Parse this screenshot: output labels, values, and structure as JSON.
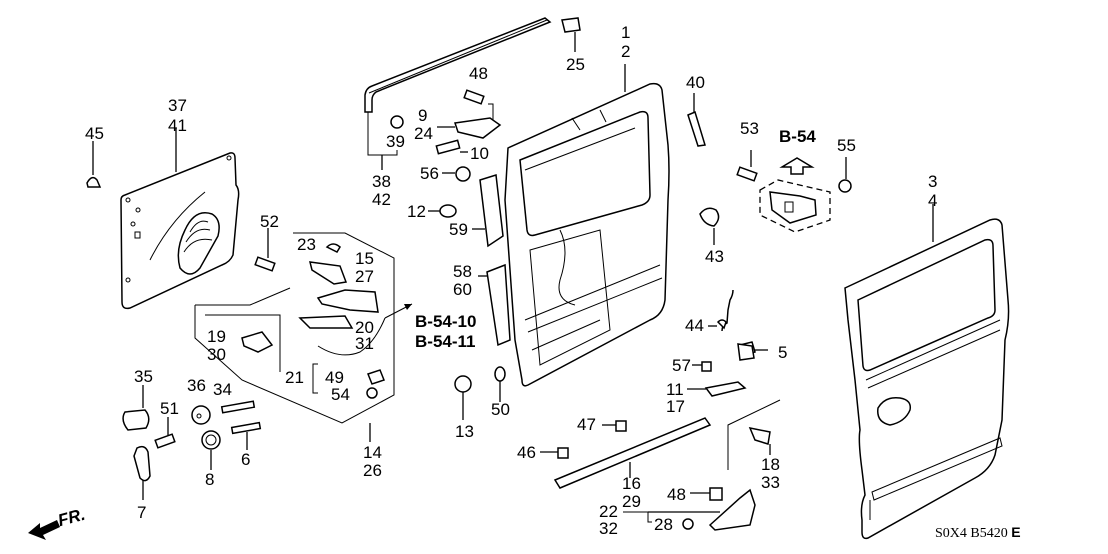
{
  "diagram": {
    "title_code": "S0X4 B5420",
    "title_suffix": "E",
    "front_indicator": "FR.",
    "references": [
      {
        "id": "b54-top",
        "label": "B-54"
      },
      {
        "id": "b5410",
        "label": "B-54-10"
      },
      {
        "id": "b5411",
        "label": "B-54-11"
      }
    ],
    "callouts": {
      "c1": "1",
      "c2": "2",
      "c3": "3",
      "c4": "4",
      "c5": "5",
      "c6": "6",
      "c7": "7",
      "c8": "8",
      "c9": "9",
      "c10": "10",
      "c11": "11",
      "c12": "12",
      "c13": "13",
      "c14": "14",
      "c15": "15",
      "c16": "16",
      "c17": "17",
      "c18": "18",
      "c19": "19",
      "c20": "20",
      "c21": "21",
      "c22": "22",
      "c23": "23",
      "c24": "24",
      "c25": "25",
      "c26": "26",
      "c27": "27",
      "c28": "28",
      "c29": "29",
      "c30": "30",
      "c31": "31",
      "c32": "32",
      "c33": "33",
      "c34": "34",
      "c35": "35",
      "c36": "36",
      "c37": "37",
      "c38": "38",
      "c39": "39",
      "c40": "40",
      "c41": "41",
      "c42": "42",
      "c43": "43",
      "c44": "44",
      "c45": "45",
      "c46": "46",
      "c47": "47",
      "c48a": "48",
      "c48b": "48",
      "c49": "49",
      "c50": "50",
      "c51": "51",
      "c52": "52",
      "c53": "53",
      "c54": "54",
      "c55": "55",
      "c56": "56",
      "c57": "57",
      "c58": "58",
      "c59": "59",
      "c60": "60"
    }
  }
}
